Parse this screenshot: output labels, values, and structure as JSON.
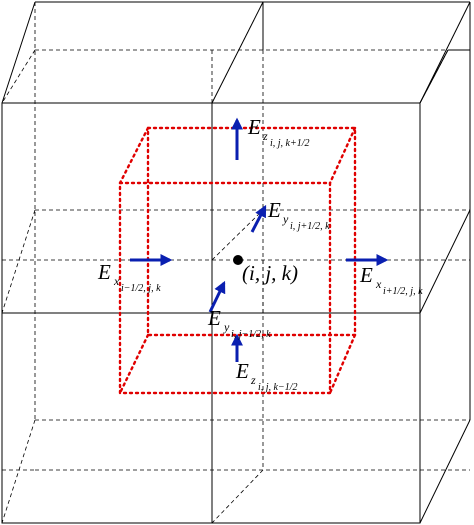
{
  "colors": {
    "grid": "#000000",
    "cell": "#e00000",
    "arrow": "#0a1fb0"
  },
  "labels": {
    "ez_top": {
      "main": "E",
      "sub": "z",
      "subsub": "i, j, k+1/2"
    },
    "ey_top": {
      "main": "E",
      "sub": "y",
      "subsub": "i, j+1/2, k"
    },
    "ex_left": {
      "main": "E",
      "sub": "x",
      "subsub": "i−1/2, j, k"
    },
    "ex_right": {
      "main": "E",
      "sub": "x",
      "subsub": "i+1/2, j, k"
    },
    "ey_bottom": {
      "main": "E",
      "sub": "y",
      "subsub": "i, j−1/2, k"
    },
    "ez_bottom": {
      "main": "E",
      "sub": "z",
      "subsub": "i, j, k−1/2"
    },
    "center_point": "(i, j, k)"
  }
}
